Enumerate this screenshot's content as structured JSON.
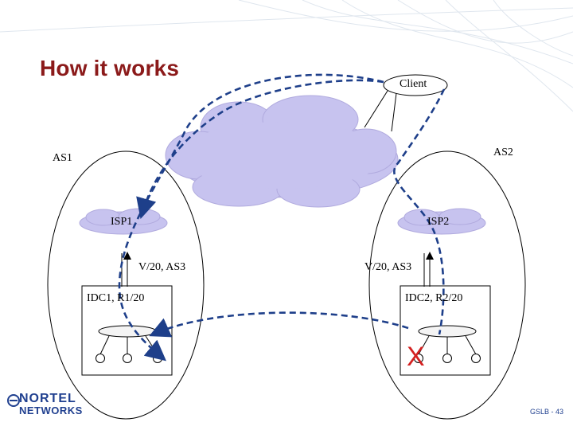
{
  "slide": {
    "title": "How it works",
    "footer": "GSLB - 43"
  },
  "logo": {
    "line1": "NORTEL",
    "line2": "NETWORKS"
  },
  "labels": {
    "client": "Client",
    "as1": "AS1",
    "as2": "AS2",
    "isp1": "ISP1",
    "isp2": "ISP2",
    "route_left": "V/20, AS3",
    "route_right": "V/20, AS3",
    "idc1": "IDC1, R1/20",
    "idc2": "IDC2, R2/20",
    "failure": "X"
  },
  "colors": {
    "title": "#8b1a1a",
    "cloud": "#c7c3ef",
    "arrow": "#1e3f8a",
    "failure": "#d42020",
    "brand": "#1f3f8f"
  }
}
